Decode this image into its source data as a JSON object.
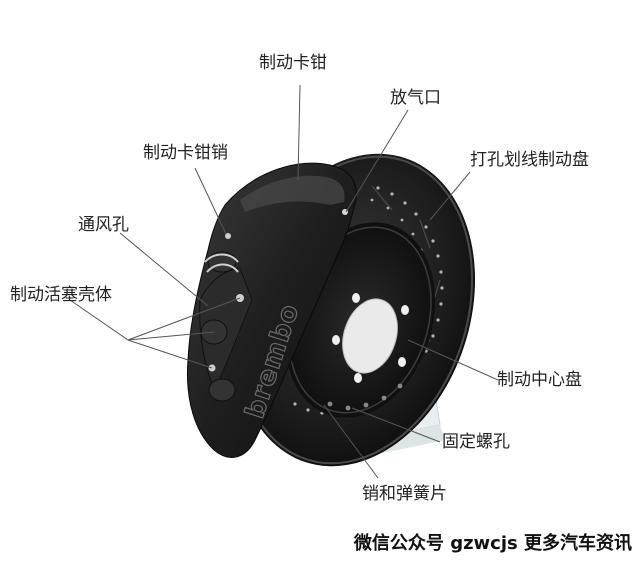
{
  "diagram": {
    "labels": {
      "caliper": "制动卡钳",
      "bleed_valve": "放气口",
      "drilled_disc": "打孔划线制动盘",
      "caliper_pin": "制动卡钳销",
      "vent_hole": "通风孔",
      "piston_housing": "制动活塞壳体",
      "center_hub": "制动中心盘",
      "mounting_bolt": "固定螺孔",
      "pin_spring": "销和弹簧片"
    },
    "caliper_branding": "brembo",
    "footer": "微信公众号 gzwcjs 更多汽车资讯"
  }
}
